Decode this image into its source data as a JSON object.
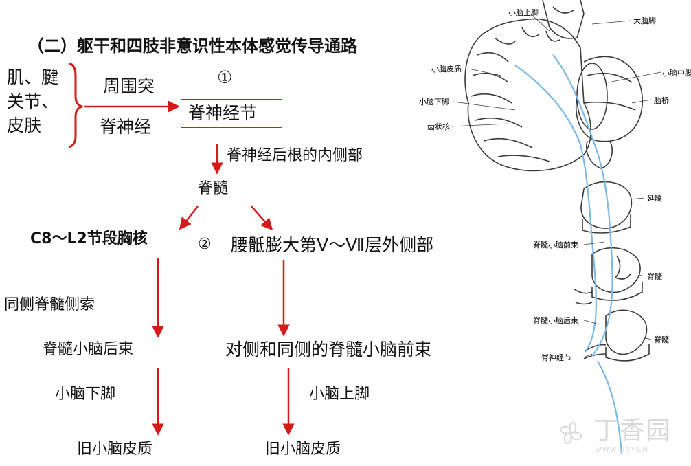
{
  "title": "（二）躯干和四肢非意识性本体感觉传导通路",
  "source": {
    "line1": "肌、腱",
    "line2": "关节、",
    "line3": "皮肤"
  },
  "peripheral_process": {
    "line1": "周围突",
    "line2": "脊神经"
  },
  "neuron_1": {
    "marker": "①",
    "label": "脊神经节"
  },
  "dorsal_root": "脊神经后根的内侧部",
  "spinal_cord": "脊髓",
  "left_path": {
    "nucleus": "C8～L2节段胸核",
    "tract_side": "同侧脊髓侧索",
    "tract": "脊髓小脑后束",
    "peduncle": "小脑下脚",
    "target": "旧小脑皮质"
  },
  "right_path": {
    "marker": "②",
    "nucleus": "腰骶膨大第V～Ⅶ层外侧部",
    "tract": "对侧和同侧的脊髓小脑前束",
    "peduncle": "小脑上脚",
    "target": "旧小脑皮质"
  },
  "figure_labels": {
    "superior_peduncle": "小脑上脚",
    "cerebral_peduncle": "大脑脚",
    "cerebellar_cortex": "小脑皮质",
    "middle_peduncle": "小脑中脚",
    "inferior_peduncle": "小脑下脚",
    "pons": "脑桥",
    "dentate_nucleus": "齿状核",
    "medulla": "延髓",
    "anterior_tract": "脊髓小脑前束",
    "spinal_cord_1": "脊髓",
    "posterior_tract": "脊髓小脑后束",
    "spinal_cord_2": "脊髓",
    "spinal_ganglion": "脊神经节"
  },
  "watermark": {
    "main": "丁香园",
    "sub": "WWW.DXY.CN"
  },
  "colors": {
    "arrow": "#d41a1a",
    "pathway_blue": "#7ab8e8",
    "outline": "#3a3a3a"
  }
}
